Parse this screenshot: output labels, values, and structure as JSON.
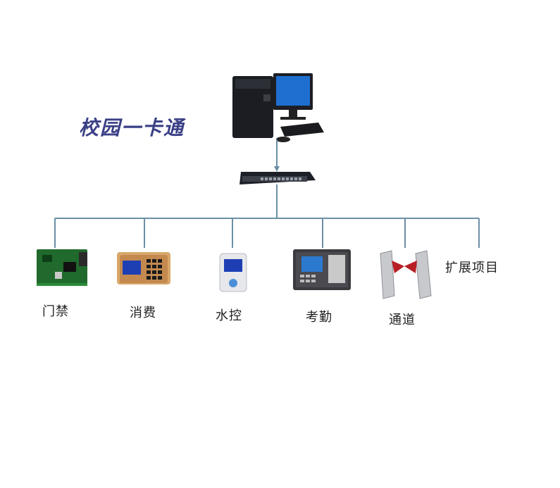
{
  "title": "校园一卡通",
  "devices": [
    {
      "name": "门禁"
    },
    {
      "name": "消费"
    },
    {
      "name": "水控"
    },
    {
      "name": "考勤"
    },
    {
      "name": "通道"
    }
  ],
  "extension_label": "扩展项目",
  "colors": {
    "line": "#6a8fa6",
    "title": "#3a3f86"
  }
}
